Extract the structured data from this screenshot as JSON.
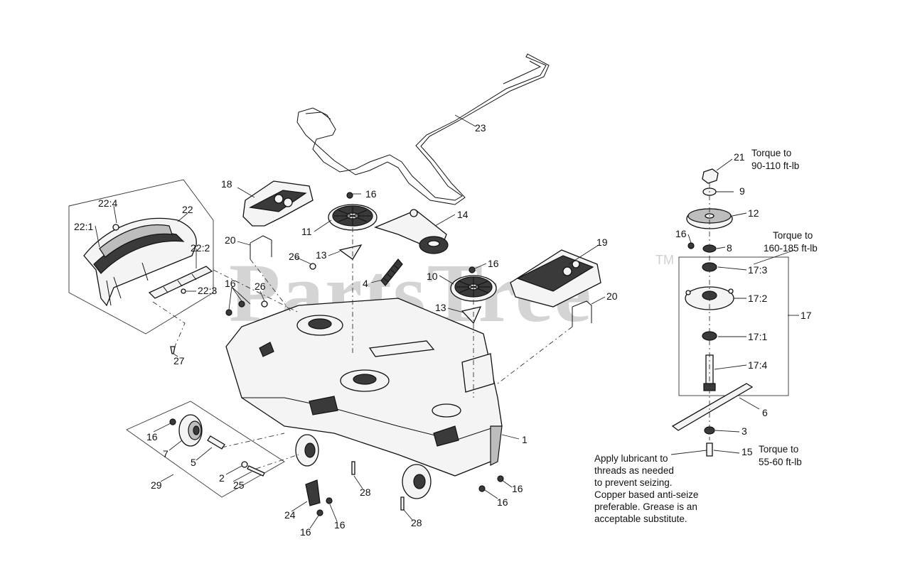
{
  "watermark": {
    "text": "PartsTree",
    "trademark": "TM"
  },
  "callouts": {
    "c1": "1",
    "c2": "2",
    "c3": "3",
    "c4": "4",
    "c5": "5",
    "c6": "6",
    "c7": "7",
    "c8": "8",
    "c9": "9",
    "c10": "10",
    "c11": "11",
    "c12": "12",
    "c13a": "13",
    "c13b": "13",
    "c14": "14",
    "c15": "15",
    "c16a": "16",
    "c16b": "16",
    "c16c": "16",
    "c16d": "16",
    "c16e": "16",
    "c16f": "16",
    "c16g": "16",
    "c16h": "16",
    "c16i": "16",
    "c17": "17",
    "c17_1": "17:1",
    "c17_2": "17:2",
    "c17_3": "17:3",
    "c17_4": "17:4",
    "c18": "18",
    "c19": "19",
    "c20a": "20",
    "c20b": "20",
    "c21": "21",
    "c22": "22",
    "c22_1": "22:1",
    "c22_2": "22:2",
    "c22_3": "22:3",
    "c22_4": "22:4",
    "c23": "23",
    "c24": "24",
    "c25": "25",
    "c26a": "26",
    "c26b": "26",
    "c27": "27",
    "c28a": "28",
    "c28b": "28",
    "c29": "29"
  },
  "torque_notes": {
    "t21_line1": "Torque to",
    "t21_line2": "90-110 ft-lb",
    "t17_line1": "Torque to",
    "t17_line2": "160-185 ft-lb",
    "t15_line1": "Torque to",
    "t15_line2": "55-60 ft-lb"
  },
  "lubricant_note": {
    "line1": "Apply lubricant to",
    "line2": "threads as needed",
    "line3": "to prevent seizing.",
    "line4": "Copper based anti-seize",
    "line5": "preferable. Grease is an",
    "line6": "acceptable substitute."
  }
}
